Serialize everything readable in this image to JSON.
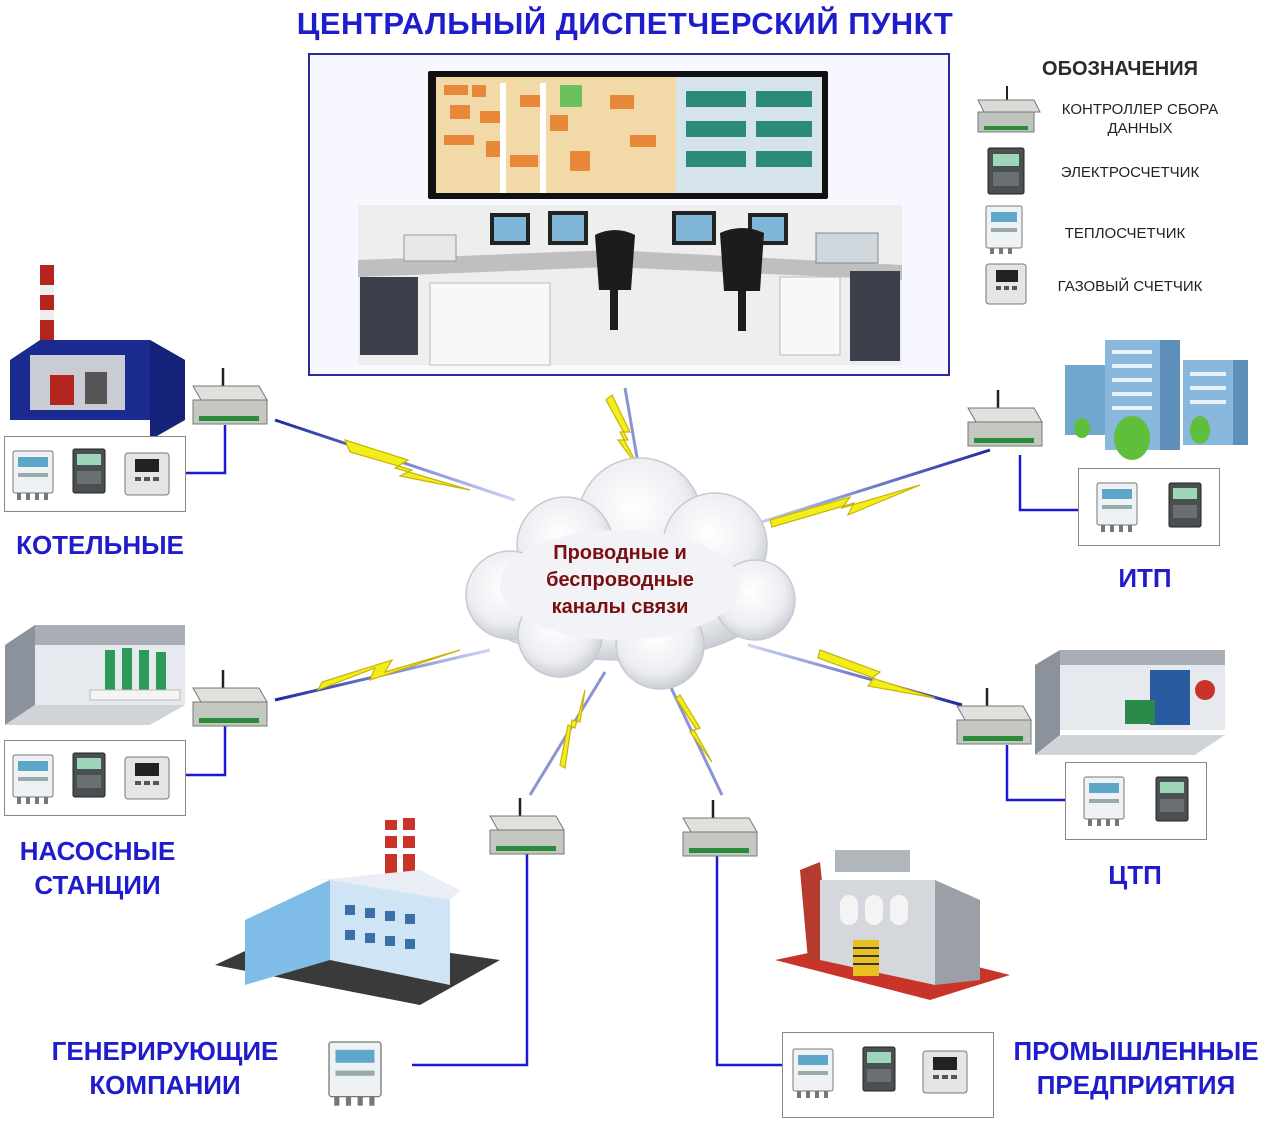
{
  "title": "ЦЕНТРАЛЬНЫЙ ДИСПЕТЧЕРСКИЙ ПУНКТ",
  "legend": {
    "title": "ОБОЗНАЧЕНИЯ",
    "items": [
      {
        "label": "КОНТРОЛЛЕР СБОРА ДАННЫХ",
        "icon": "controller-icon"
      },
      {
        "label": "ЭЛЕКТРОСЧЕТЧИК",
        "icon": "electric-meter-icon"
      },
      {
        "label": "ТЕПЛОСЧЕТЧИК",
        "icon": "heat-meter-icon"
      },
      {
        "label": "ГАЗОВЫЙ СЧЕТЧИК",
        "icon": "gas-meter-icon"
      }
    ]
  },
  "cloud": {
    "line1": "Проводные и",
    "line2": "беспроводные",
    "line3": "каналы связи"
  },
  "nodes": {
    "boiler": {
      "label": "КОТЕЛЬНЫЕ"
    },
    "itp": {
      "label": "ИТП"
    },
    "pump_line1": "НАСОСНЫЕ",
    "pump_line2": "СТАНЦИИ",
    "ctp": {
      "label": "ЦТП"
    },
    "gen_line1": "ГЕНЕРИРУЮЩИЕ",
    "gen_line2": "КОМПАНИИ",
    "ind_line1": "ПРОМЫШЛЕННЫЕ",
    "ind_line2": "ПРЕДПРИЯТИЯ"
  },
  "colors": {
    "label_blue": "#1f1ccc",
    "bolt_yellow": "#f2ee1a",
    "wire_blue": "#1a1ad6",
    "cloud_text": "#7a0f12"
  }
}
